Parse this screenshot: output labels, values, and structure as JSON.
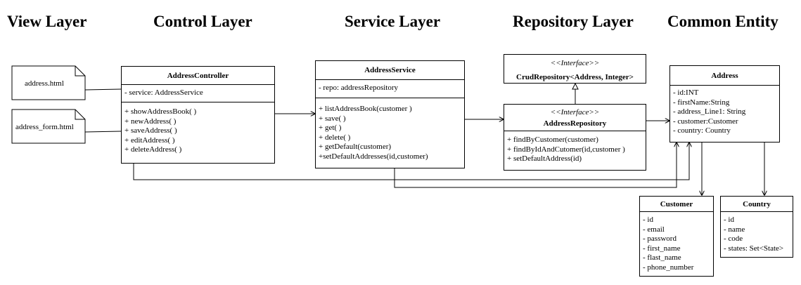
{
  "layers": {
    "view": "View Layer",
    "control": "Control Layer",
    "service": "Service Layer",
    "repository": "Repository Layer",
    "common": "Common Entity"
  },
  "files": {
    "address_html": "address.html",
    "address_form_html": "address_form.html"
  },
  "address_controller": {
    "name": "AddressController",
    "attributes": [
      "- service: AddressService"
    ],
    "methods": [
      "+ showAddressBook( )",
      "+ newAddress( )",
      "+ saveAddress( )",
      "+ editAddress( )",
      "+ deleteAddress( )"
    ]
  },
  "address_service": {
    "name": "AddressService",
    "attributes": [
      "- repo: addressRepository"
    ],
    "methods": [
      "+ listAddressBook(customer )",
      "+ save( )",
      "+ get( )",
      "+ delete( )",
      "+ getDefault(customer)",
      "+setDefaultAddresses(id,customer)"
    ]
  },
  "crud_repository": {
    "stereotype": "<<Interface>>",
    "name": "CrudRepository<Address, Integer>"
  },
  "address_repository": {
    "stereotype": "<<Interface>>",
    "name": "AddressRepository",
    "methods": [
      "+ findByCustomer(customer)",
      "+ findByIdAndCutomer(id,customer )",
      "+ setDefaultAddress(id)"
    ]
  },
  "address": {
    "name": "Address",
    "attributes": [
      "- id:INT",
      "- firstName:String",
      "- address_Line1: String",
      "- customer:Customer",
      "- country: Country"
    ]
  },
  "customer": {
    "name": "Customer",
    "attributes": [
      "- id",
      "- email",
      "- password",
      "- first_name",
      "- flast_name",
      "- phone_number"
    ]
  },
  "country": {
    "name": "Country",
    "attributes": [
      "- id",
      "- name",
      "- code",
      "- states: Set<State>"
    ]
  }
}
